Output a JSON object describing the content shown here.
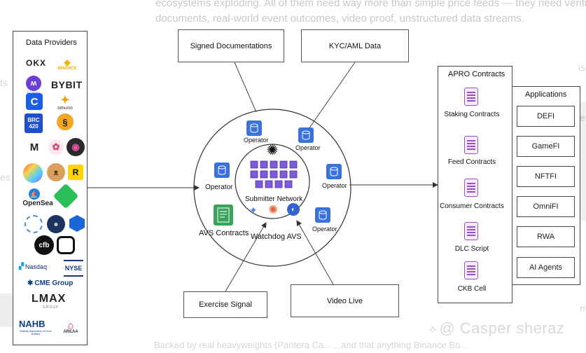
{
  "background": {
    "line1": "ecosystems exploding. All of them need way more than simple price feeds — they need verified",
    "line2": "documents, real-world event outcomes, video proof, unstructured data streams.",
    "side_left_1": "ts",
    "side_left_2": "es",
    "side_right_1": "is",
    "side_right_2": "e",
    "side_right_3": "m",
    "bottom_line": "Backed by real heavyweights (Pantera Ca... ...and that anything Binance Bo..."
  },
  "data_providers": {
    "title": "Data Providers",
    "logos": {
      "okx": "OKX",
      "binance": "BINANCE",
      "kraken": "kraken",
      "bybit": "BYBIT",
      "coinbase": "C",
      "bithumb": "bithumb",
      "brc420": "BRC 420",
      "mexc": "M",
      "r_logo": "R",
      "opensea": "OpenSea",
      "cfb": "cfb",
      "nasdaq": "Nasdaq",
      "nyse": "NYSE",
      "cme": "CME Group",
      "lmax": "LMAX",
      "lmax_sub": "GROUP",
      "nahb": "NAHB",
      "nahb_sub": "National Association of Home Builders",
      "areaa": "AREAA"
    }
  },
  "inputs": {
    "signed_docs": "Signed Documentations",
    "kyc": "KYC/AML Data",
    "exercise": "Exercise Signal",
    "video": "Video Live"
  },
  "network": {
    "operator_label": "Operator",
    "submitter": "Submitter Network",
    "avs_contracts": "AVS Contracts",
    "watchdog": "Watchdog AVS"
  },
  "apro": {
    "title": "APRO Contracts",
    "items": [
      "Staking Contracts",
      "Feed Contracts",
      "Consumer Contracts",
      "DLC Script",
      "CKB Cell"
    ]
  },
  "applications": {
    "title": "Applications",
    "items": [
      "DEFI",
      "GameFI",
      "NFTFI",
      "OmniFI",
      "RWA",
      "AI Agents"
    ]
  },
  "watermark": "@ Casper sheraz",
  "colors": {
    "operator_blue": "#3b72d9",
    "contract_purple": "#9b4fc9",
    "avs_green": "#3aa35b",
    "cube_purple": "#7d5cd6"
  }
}
